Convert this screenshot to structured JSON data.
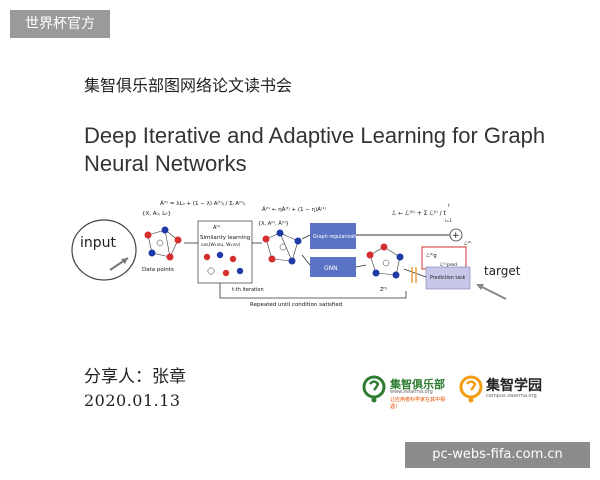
{
  "watermark_top": "世界杯官方",
  "watermark_bottom": "pc-webs-fifa.com.cn",
  "subtitle": "集智俱乐部图网络论文读书会",
  "title": "Deep Iterative and Adaptive Learning for Graph Neural Networks",
  "speaker": "分享人：张章",
  "date": "2020.01.13",
  "figure": {
    "input_label": "input",
    "target_label": "target",
    "data_points": "Data points",
    "similarity_learning": "Similarity learning",
    "similarity_formula": "cos(W₁⊙u, W₁⊙v)",
    "graph_reg": "Graph regularization",
    "gnn": "GNN",
    "prediction_task": "Prediction task",
    "tth_iteration": "t-th iteration",
    "repeated": "Repeated until condition satisfied",
    "input_tuple": "{X, A₀, L₀}",
    "tuple2": "{X, A⁽ᵗ⁾, Ã⁽ᵗ⁾}",
    "a_formula": "Ã⁽ᵗ⁾ = λL₀ + (1 − λ) A⁽ᵗ⁾ᵢⱼ / Σⱼ A⁽ᵗ⁾ᵢⱼ",
    "a_update": "Ã⁽ᵗ⁾ ← ηÃ⁽ᵗ⁾ + (1 − η)Ã⁽¹⁾",
    "loss_formula": "ℒ ← ℒ⁽⁰⁾ + Σ ℒ⁽ⁱ⁾ / t",
    "sum_top": "t",
    "sum_bottom": "i=1",
    "a_t": "A⁽ᵗ⁾",
    "z_t": "Z⁽ᵗ⁾",
    "lg": "ℒ⁽ᵗ⁾g",
    "lpred": "ℒ⁽ᵗ⁾pred",
    "l_t": "ℒ⁽ᵗ⁾"
  },
  "logos": {
    "left_name": "集智俱乐部",
    "left_url": "www.swarma.org",
    "left_tag": "让应用者科学家在其中相遇！",
    "right_name": "集智学园",
    "right_url": "campus.swarma.org"
  },
  "colors": {
    "gnn_box": "#5b73c4",
    "pred_box": "#c8c7ea",
    "node_red": "#d32f2f",
    "node_blue": "#1f3aa8",
    "loss_highlight": "#d32f2f",
    "logo_green": "#2e7d32",
    "logo_orange": "#f39c12"
  }
}
